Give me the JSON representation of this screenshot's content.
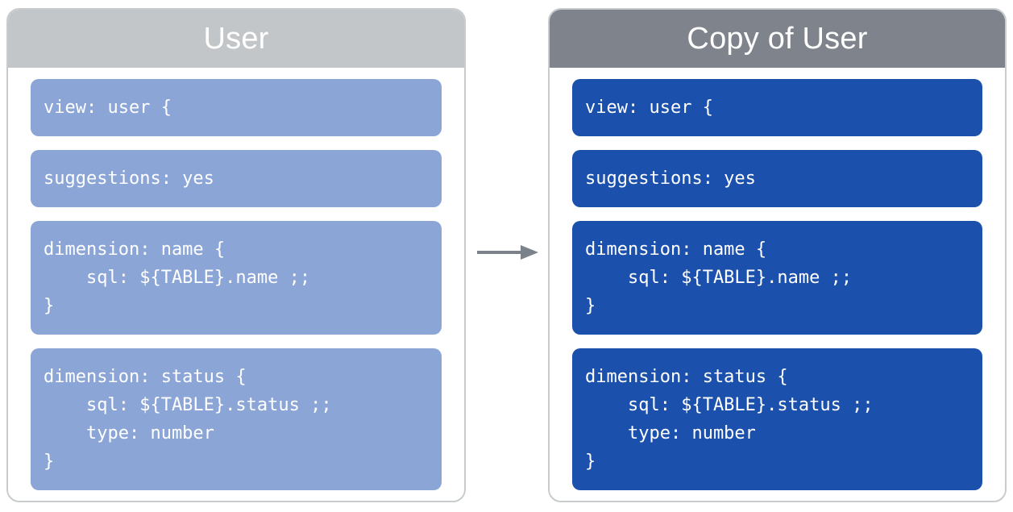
{
  "panels": [
    {
      "id": "source",
      "title": "User",
      "header_color": "#c3c6c8",
      "block_color": "#8ba5d6",
      "blocks": [
        "view: user {",
        "suggestions: yes",
        "dimension: name {\n    sql: ${TABLE}.name ;;\n}",
        "dimension: status {\n    sql: ${TABLE}.status ;;\n    type: number\n}"
      ]
    },
    {
      "id": "copy",
      "title": "Copy of User",
      "header_color": "#7f848c",
      "block_color": "#1b51ac",
      "blocks": [
        "view: user {",
        "suggestions: yes",
        "dimension: name {\n    sql: ${TABLE}.name ;;\n}",
        "dimension: status {\n    sql: ${TABLE}.status ;;\n    type: number\n}"
      ]
    }
  ],
  "arrow": {
    "name": "copy-arrow",
    "direction": "right",
    "color": "#7c828a"
  },
  "colors": {
    "panel_border": "#c9ccce",
    "panel_background": "#ffffff",
    "code_text": "#ffffff",
    "title_text": "#ffffff"
  }
}
